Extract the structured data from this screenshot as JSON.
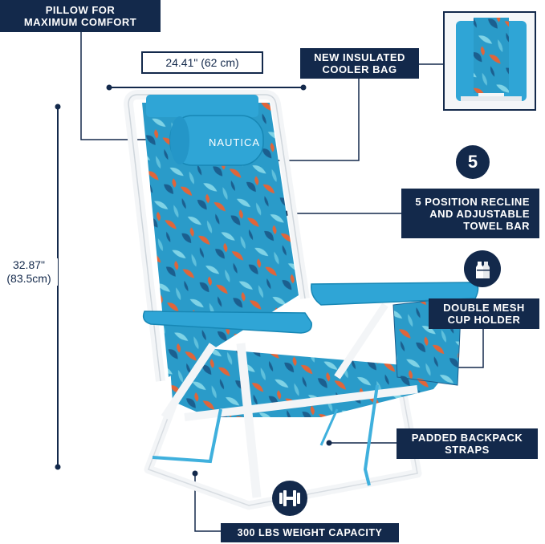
{
  "callouts": {
    "pillow": "PILLOW FOR\nMAXIMUM COMFORT",
    "cooler": "NEW INSULATED\nCOOLER BAG",
    "recline": "5 POSITION RECLINE\nAND ADJUSTABLE\nTOWEL BAR",
    "cup_holder": "DOUBLE MESH\nCUP HOLDER",
    "backpack": "PADDED BACKPACK\nSTRAPS",
    "weight": "300 LBS WEIGHT CAPACITY"
  },
  "dimensions": {
    "width": "24.41\" (62 cm)",
    "height": "32.87\"\n(83.5cm)"
  },
  "badges": {
    "recline_number": "5"
  },
  "brand": {
    "pillow_logo": "NAUTICA"
  },
  "icons": {
    "bottles": "water-bottles-icon",
    "dumbbell": "dumbbell-icon"
  },
  "colors": {
    "navy": "#13294b",
    "fabric_blue": "#2a9bc9",
    "frame_white": "#f3f5f7",
    "accent_orange": "#e0653a"
  }
}
